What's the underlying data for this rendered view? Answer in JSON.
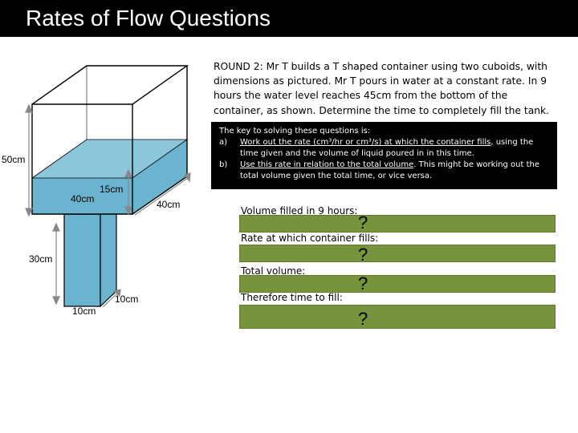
{
  "slide": {
    "title": "Rates of Flow Questions",
    "question": "ROUND 2: Mr T builds a T shaped container using two cuboids, with dimensions as pictured. Mr T pours in water at a constant rate. In 9 hours the water level reaches 45cm from the bottom of the container, as shown. Determine the time to completely fill the tank."
  },
  "hint": {
    "intro": "The key to solving these questions is:",
    "a_mark": "a)",
    "a_underlined": "Work out the rate (cm³/hr or cm³/s) at which the container fills",
    "a_rest": ", using the time given and the volume of liquid poured in in this time.",
    "b_mark": "b)",
    "b_underlined": "Use this rate in relation to the total volume",
    "b_rest": ". This might be working out the total volume given the total time, or vice versa."
  },
  "diagram": {
    "label_height_top": "50cm",
    "label_depth_top": "15cm",
    "label_width_left": "40cm",
    "label_width_right": "40cm",
    "label_height_bottom": "30cm",
    "label_width_bottom": "10cm",
    "label_depth_bottom": "10cm",
    "water_color": "#6ab4cf"
  },
  "answers": [
    {
      "label": "Volume filled in 9 hours:",
      "value": "?"
    },
    {
      "label": "Rate at which container fills:",
      "value": "?"
    },
    {
      "label": "Total volume:",
      "value": "?"
    },
    {
      "label": "Therefore time to fill:",
      "value": "?"
    }
  ],
  "colors": {
    "answer_box": "#77933c",
    "title_bar": "#000000"
  }
}
